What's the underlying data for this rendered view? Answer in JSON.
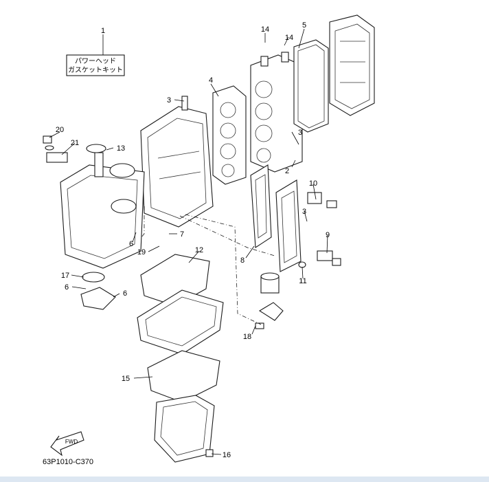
{
  "kit_box": {
    "line1": "パワーヘッド",
    "line2": "ガスケットキット"
  },
  "fwd_label": "FWD",
  "catalog_code": "63P1010-C370",
  "callouts": [
    "1",
    "2",
    "3",
    "3",
    "3",
    "4",
    "5",
    "6",
    "6",
    "6",
    "7",
    "8",
    "9",
    "10",
    "11",
    "12",
    "13",
    "14",
    "14",
    "15",
    "16",
    "17",
    "18",
    "19",
    "20",
    "21"
  ]
}
